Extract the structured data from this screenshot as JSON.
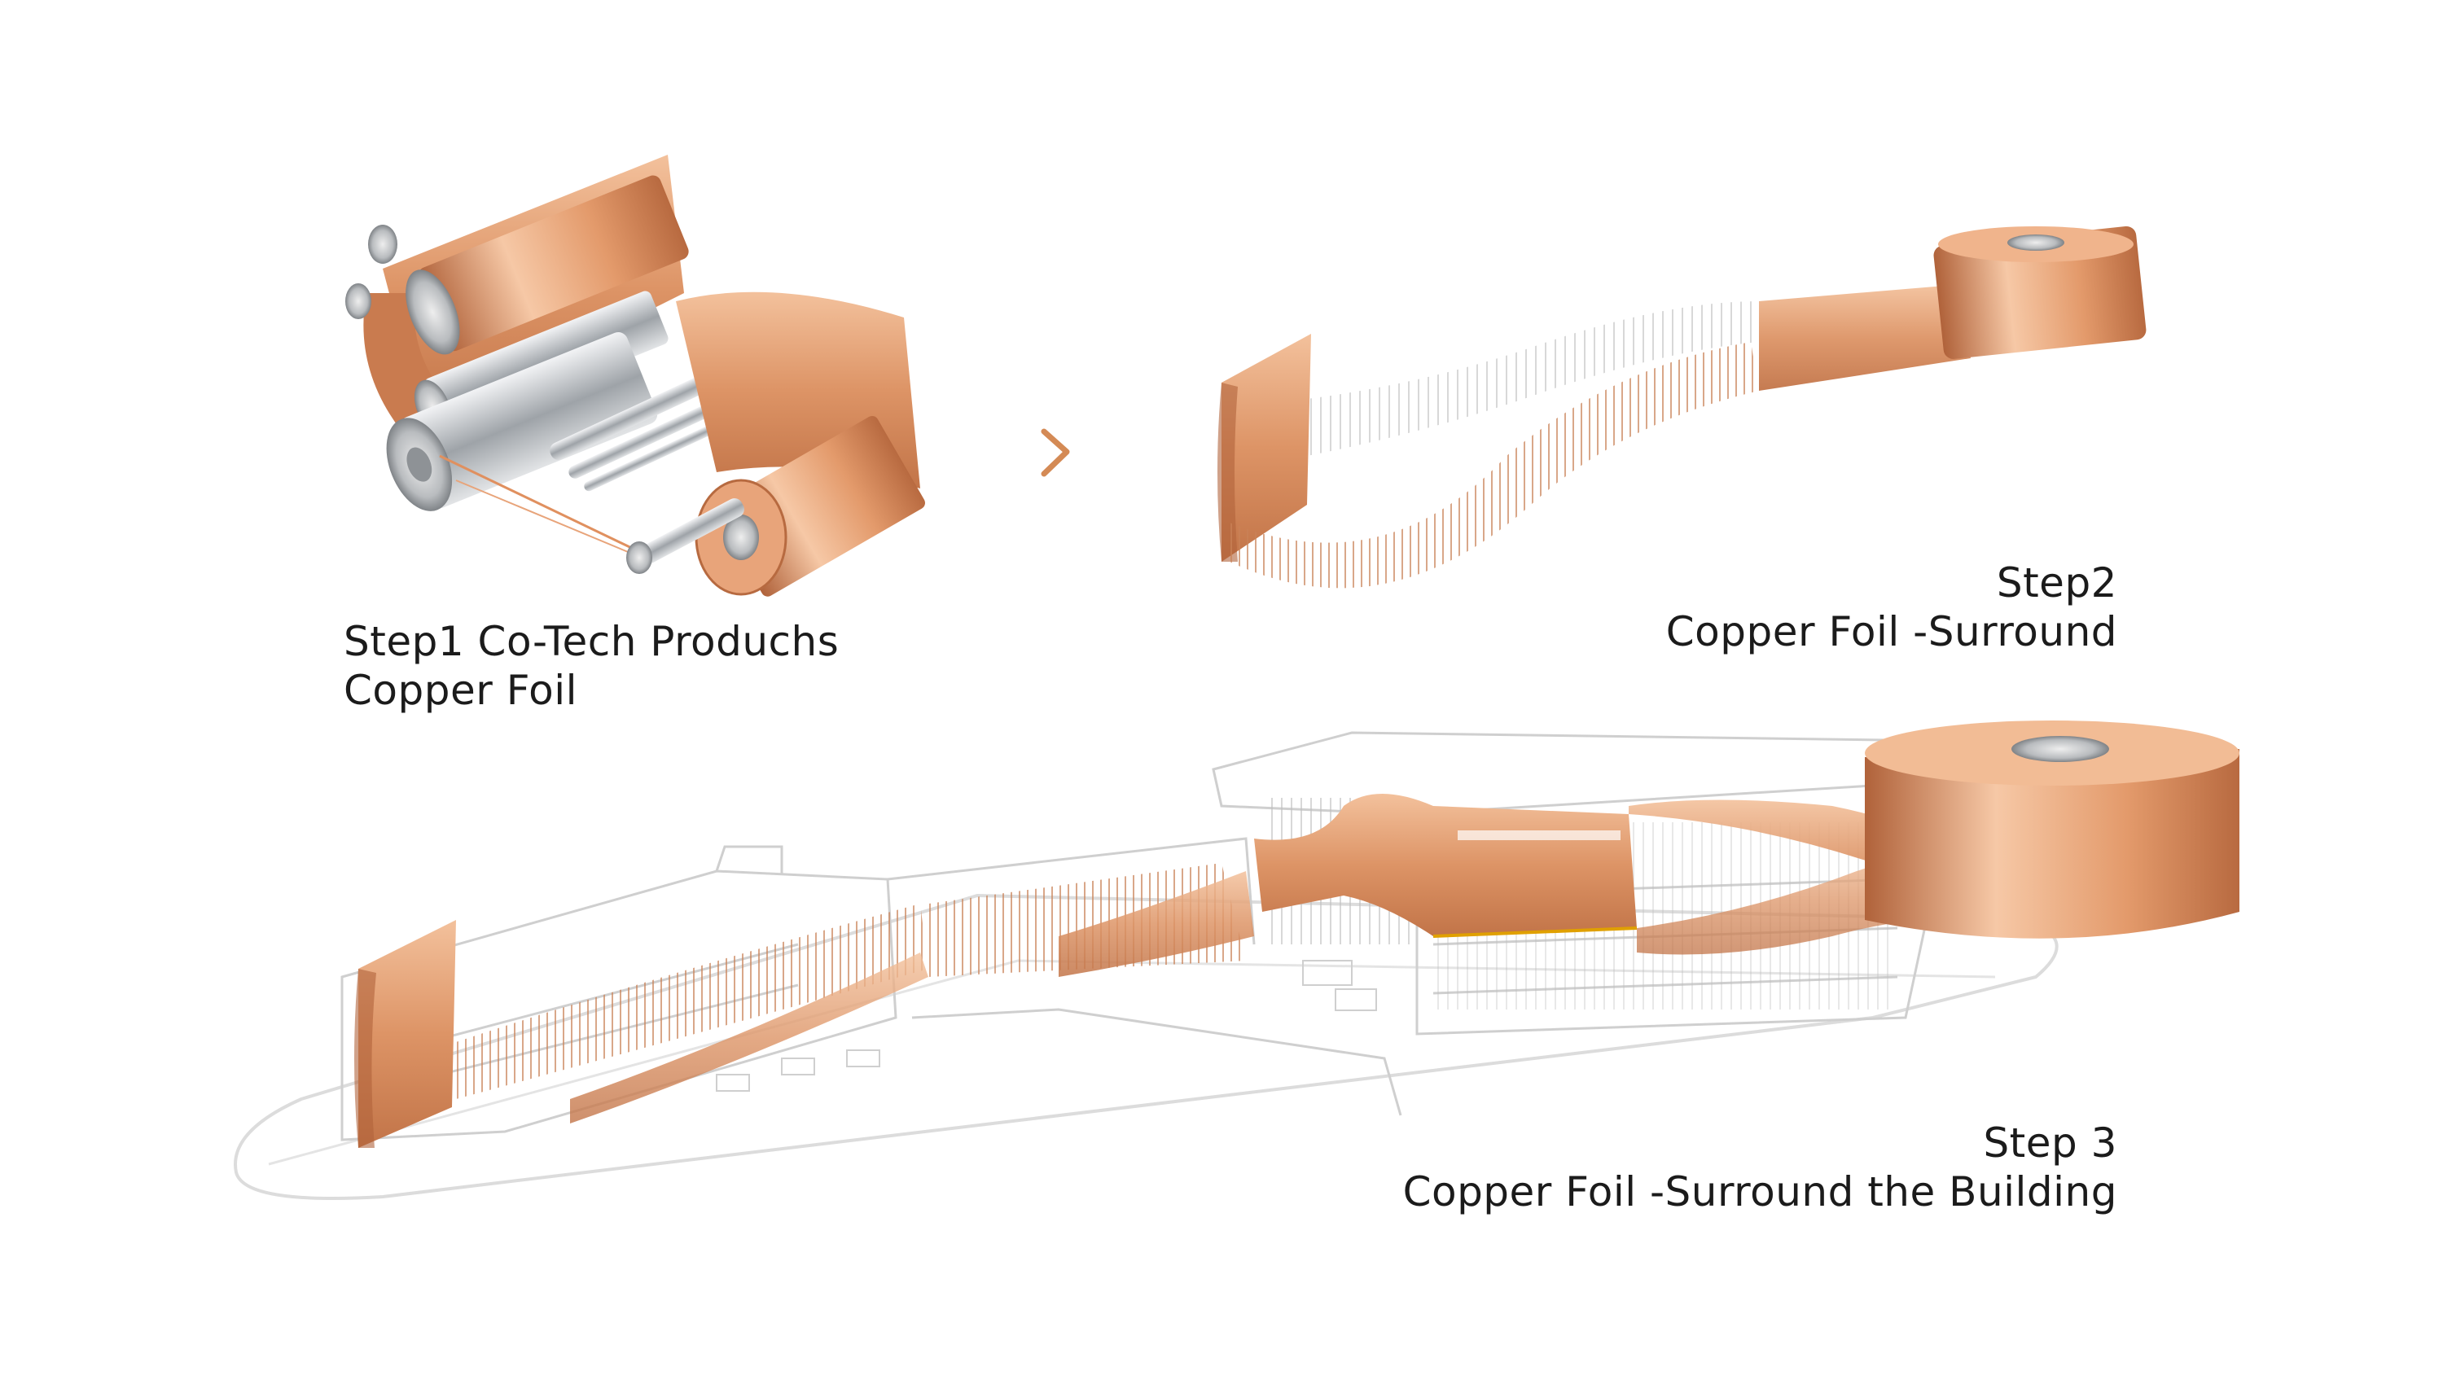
{
  "steps": [
    {
      "id": "step1",
      "title": "Step1  Co-Tech Produchs",
      "subtitle": "Copper Foil"
    },
    {
      "id": "step2",
      "title": "Step2",
      "subtitle": "Copper Foil -Surround"
    },
    {
      "id": "step3",
      "title": "Step 3",
      "subtitle": "Copper Foil -Surround the Building"
    }
  ],
  "colors": {
    "copper_light": "#f6c8a6",
    "copper_mid": "#e39a6b",
    "copper_dark": "#b0623a",
    "steel": "#c9ccd0",
    "sketch": "#d8d8d8",
    "arrow": "#d48a55",
    "text": "#1b1b1b"
  },
  "icons": [
    "next-step-chevron-icon"
  ]
}
